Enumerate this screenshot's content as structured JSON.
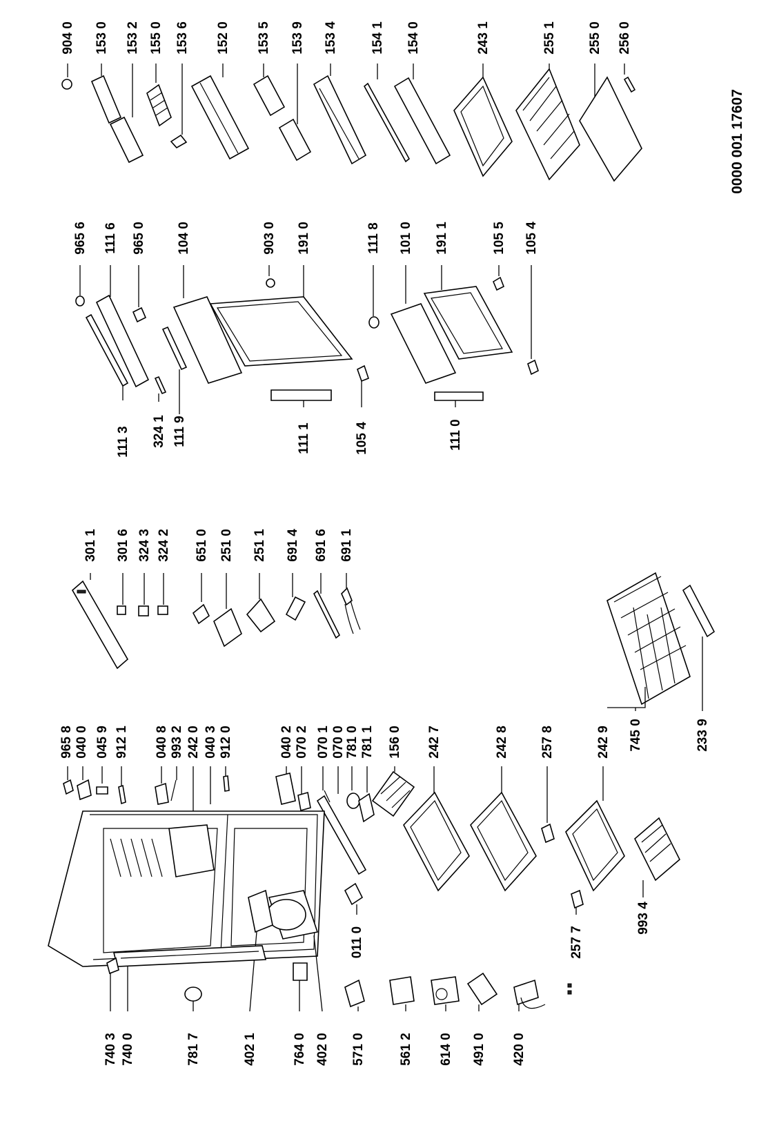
{
  "drawing_code": "0000 001 17607",
  "labels": {
    "p9040": "904 0",
    "p1530": "153 0",
    "p1532": "153 2",
    "p1550": "155 0",
    "p1536": "153 6",
    "p1520": "152 0",
    "p1535": "153 5",
    "p1539": "153 9",
    "p1534": "153 4",
    "p1541": "154 1",
    "p1540": "154 0",
    "p2431": "243 1",
    "p2551": "255 1",
    "p2550": "255 0",
    "p2560": "256 0",
    "p9656": "965 6",
    "p1116": "111 6",
    "p9650": "965 0",
    "p1040": "104 0",
    "p9030": "903 0",
    "p1910": "191 0",
    "p1118": "111 8",
    "p1010": "101 0",
    "p1911": "191 1",
    "p1055": "105 5",
    "p1054a": "105 4",
    "p1113": "111 3",
    "p3241": "324 1",
    "p1119": "111 9",
    "p1111": "111 1",
    "p1054b": "105 4",
    "p1110": "111 0",
    "p3011": "301 1",
    "p3016": "301 6",
    "p3243": "324 3",
    "p3242": "324 2",
    "p6510": "651 0",
    "p2510": "251 0",
    "p2511": "251 1",
    "p6914": "691 4",
    "p6916": "691 6",
    "p6911": "691 1",
    "p7450": "745 0",
    "p2339": "233 9",
    "p9658": "965 8",
    "p0400": "040 0",
    "p0459": "045 9",
    "p9121": "912 1",
    "p0408": "040 8",
    "p9932": "993 2",
    "p2420": "242 0",
    "p0403": "040 3",
    "p9120": "912 0",
    "p0402": "040 2",
    "p0702": "070 2",
    "p0701": "070 1",
    "p0700": "070 0",
    "p7810": "781 0",
    "p7811": "781 1",
    "p1560": "156 0",
    "p2427": "242 7",
    "p2428": "242 8",
    "p2578": "257 8",
    "p2429": "242 9",
    "p0110": "011 0",
    "p2577": "257 7",
    "p9934": "993 4",
    "p7403": "740 3",
    "p7400": "740 0",
    "p7817": "781 7",
    "p4021": "402 1",
    "p7640": "764 0",
    "p4020": "402 0",
    "p5710": "571 0",
    "p5612": "561 2",
    "p6140": "614 0",
    "p4910": "491 0",
    "p4200": "420 0"
  }
}
